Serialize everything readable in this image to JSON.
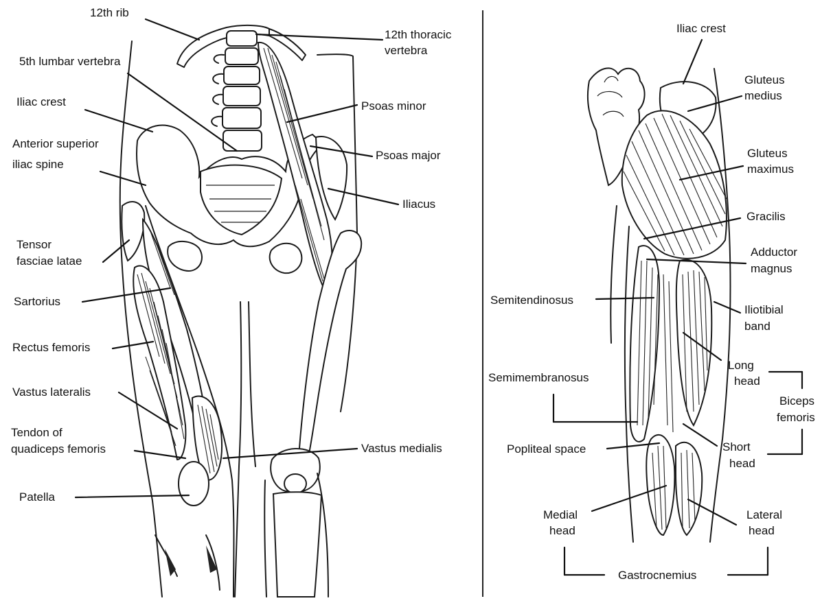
{
  "anterior_view": {
    "labels": {
      "rib12": "12th rib",
      "thoracic12_line1": "12th thoracic",
      "thoracic12_line2": "vertebra",
      "lumbar5": "5th lumbar vertebra",
      "iliac_crest": "Iliac crest",
      "asis_line1": "Anterior superior",
      "asis_line2": "iliac spine",
      "psoas_minor": "Psoas minor",
      "psoas_major": "Psoas major",
      "iliacus": "Iliacus",
      "tensor_line1": "Tensor",
      "tensor_line2": "fasciae latae",
      "sartorius": "Sartorius",
      "rectus_femoris": "Rectus femoris",
      "vastus_lateralis": "Vastus lateralis",
      "tendon_line1": "Tendon of",
      "tendon_line2": "quadiceps femoris",
      "vastus_medialis": "Vastus medialis",
      "patella": "Patella"
    }
  },
  "posterior_view": {
    "labels": {
      "iliac_crest": "Iliac crest",
      "gluteus_medius_line1": "Gluteus",
      "gluteus_medius_line2": "medius",
      "gluteus_maximus_line1": "Gluteus",
      "gluteus_maximus_line2": "maximus",
      "gracilis": "Gracilis",
      "adductor_line1": "Adductor",
      "adductor_line2": "magnus",
      "semitendinosus": "Semitendinosus",
      "iliotibial_line1": "Iliotibial",
      "iliotibial_line2": "band",
      "long_head_line1": "Long",
      "long_head_line2": "head",
      "semimembranosus": "Semimembranosus",
      "biceps_line1": "Biceps",
      "biceps_line2": "femoris",
      "popliteal": "Popliteal space",
      "short_head_line1": "Short",
      "short_head_line2": "head",
      "medial_head_line1": "Medial",
      "medial_head_line2": "head",
      "lateral_head_line1": "Lateral",
      "lateral_head_line2": "head",
      "gastrocnemius": "Gastrocnemius"
    }
  }
}
